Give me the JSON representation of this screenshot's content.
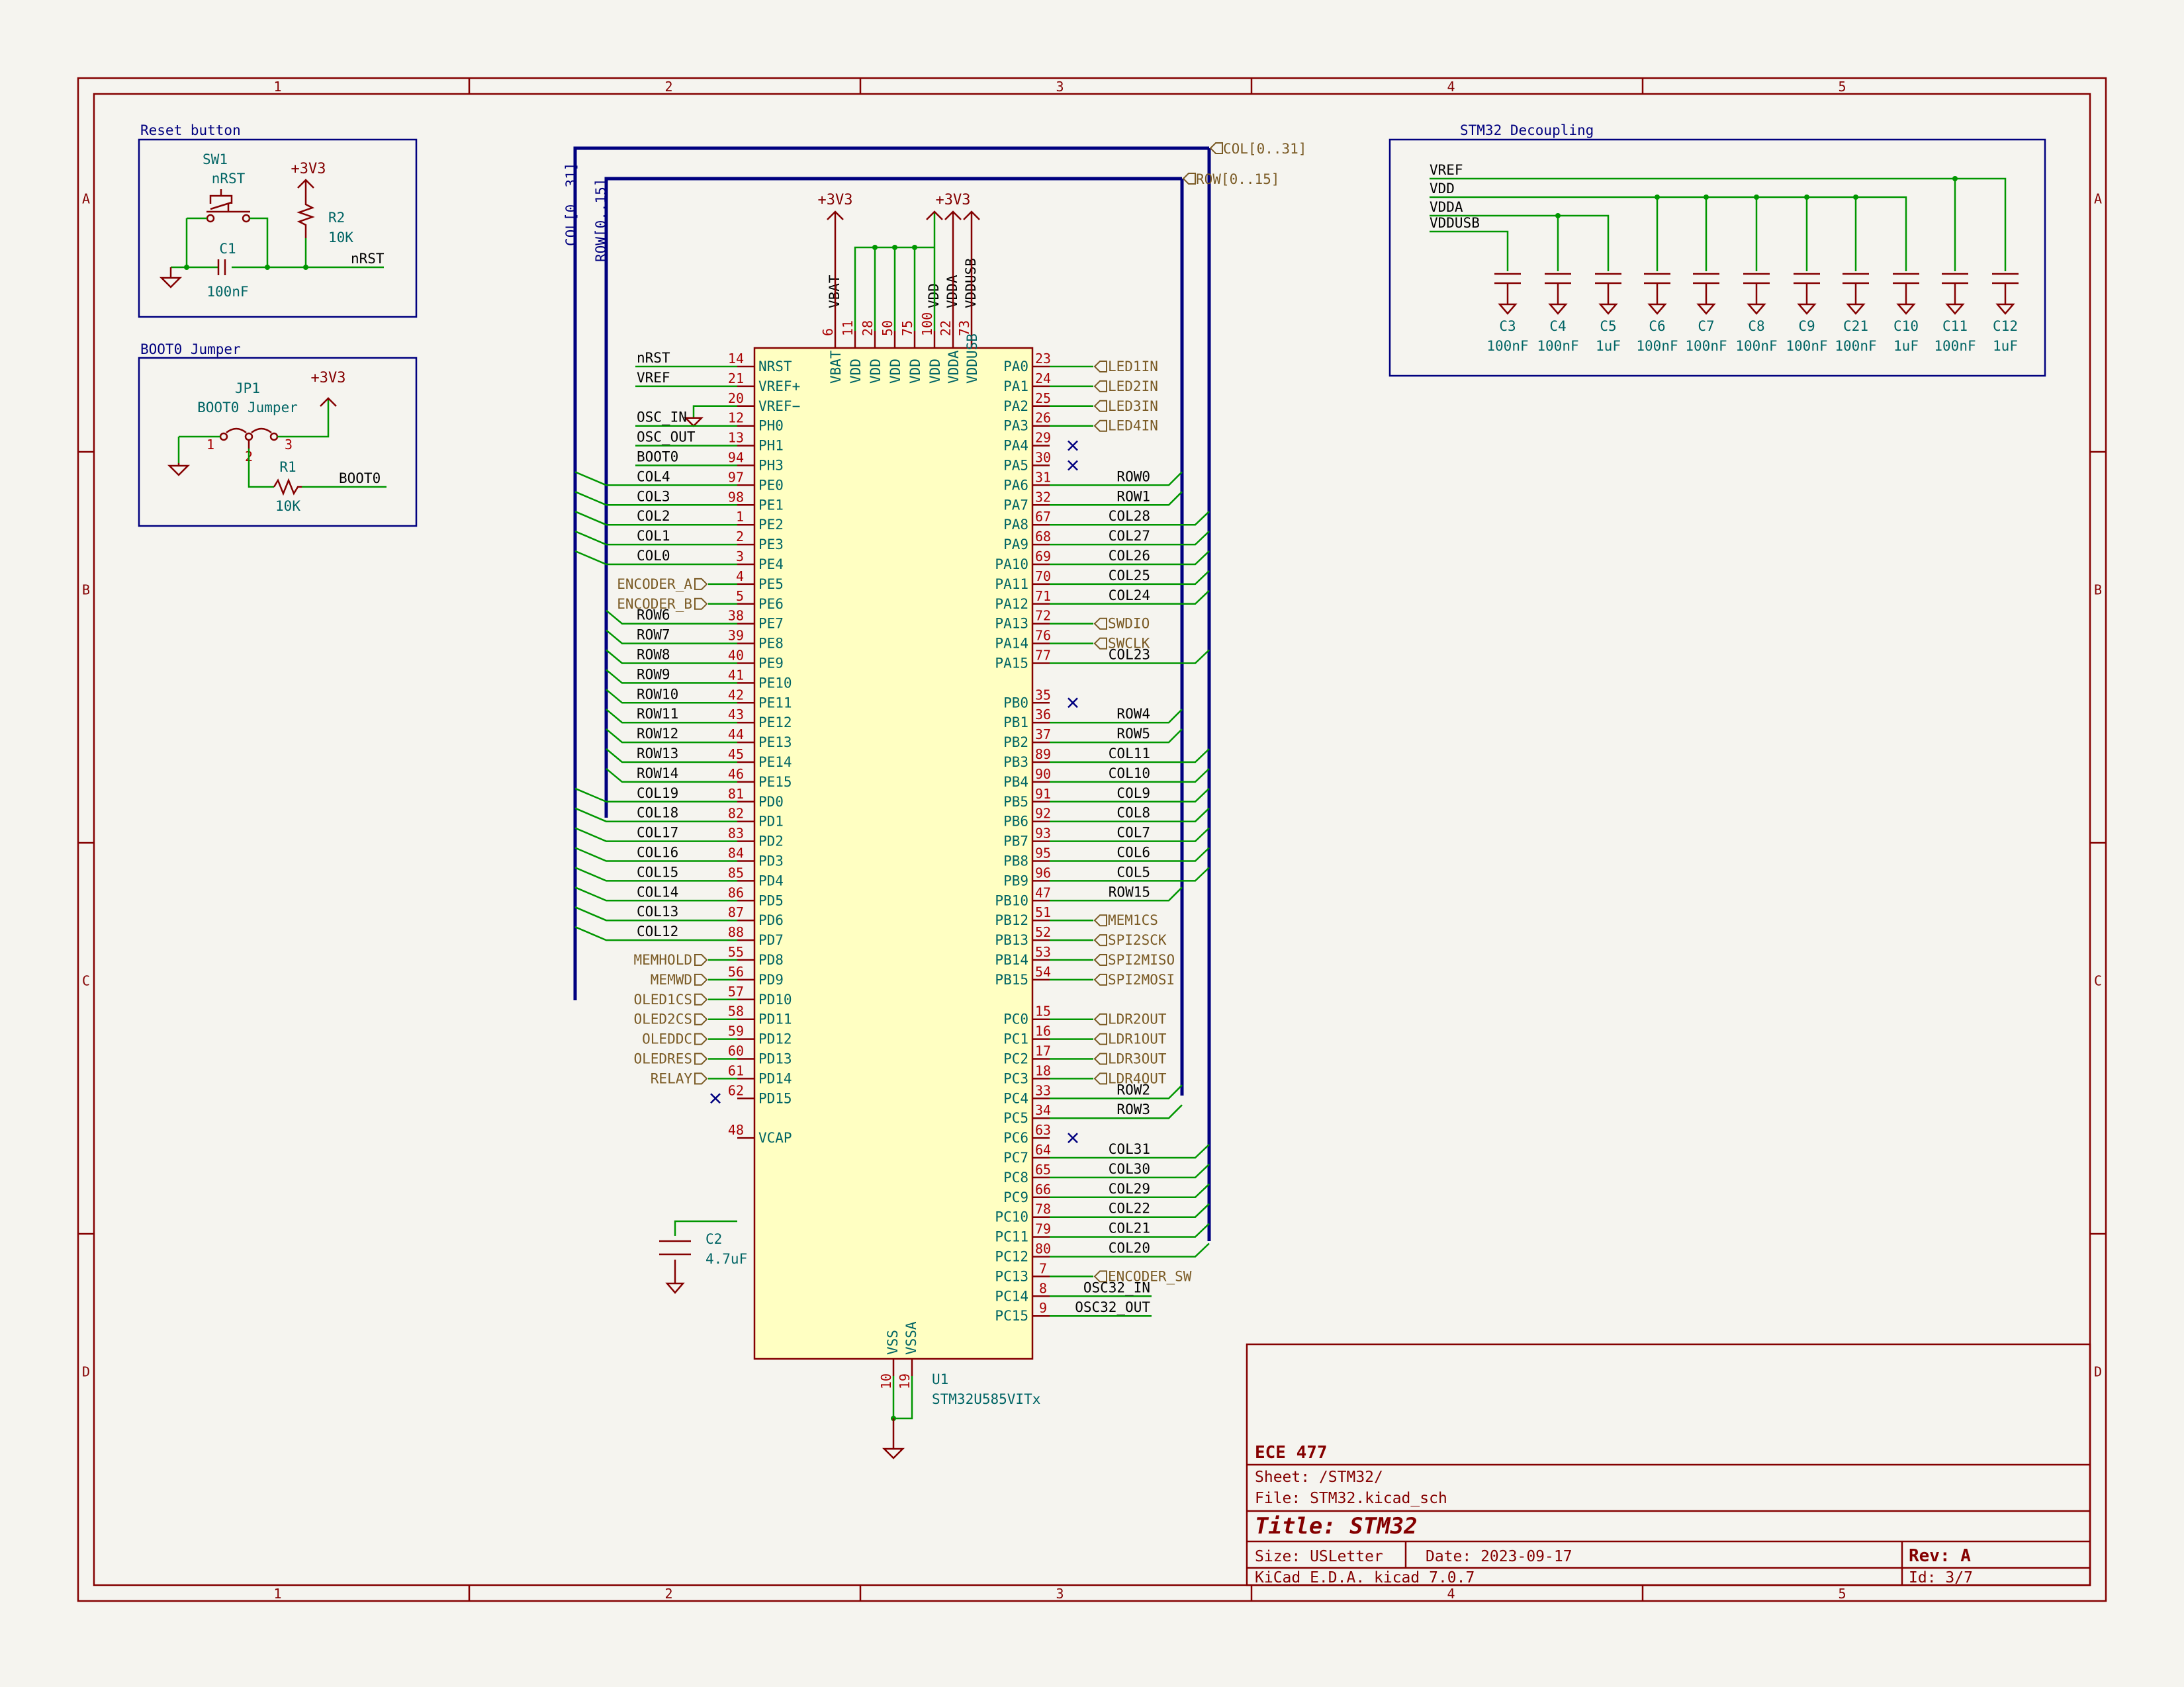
{
  "sheet": {
    "columns": [
      "1",
      "2",
      "3",
      "4",
      "5"
    ],
    "rows": [
      "A",
      "B",
      "C",
      "D"
    ]
  },
  "title_block": {
    "company": "ECE 477",
    "sheet": "Sheet: /STM32/",
    "file": "File: STM32.kicad_sch",
    "title_prefix": "Title: ",
    "title": "STM32",
    "size": "Size: USLetter",
    "date": "Date: 2023-09-17",
    "rev": "Rev: A",
    "tool": "KiCad E.D.A.  kicad 7.0.7",
    "id": "Id: 3/7"
  },
  "reset_box": {
    "title": "Reset button",
    "sw_ref": "SW1",
    "sw_val": "nRST",
    "c_ref": "C1",
    "c_val": "100nF",
    "r_ref": "R2",
    "r_val": "10K",
    "power": "+3V3",
    "net": "nRST"
  },
  "boot_box": {
    "title": "BOOT0 Jumper",
    "jp_ref": "JP1",
    "jp_val": "BOOT0 Jumper",
    "pins": [
      "1",
      "2",
      "3"
    ],
    "r_ref": "R1",
    "r_val": "10K",
    "power": "+3V3",
    "net": "BOOT0"
  },
  "decoupling": {
    "title": "STM32 Decoupling",
    "rails": [
      "VREF",
      "VDD",
      "VDDA",
      "VDDUSB"
    ],
    "caps": [
      {
        "ref": "C3",
        "val": "100nF"
      },
      {
        "ref": "C4",
        "val": "100nF"
      },
      {
        "ref": "C5",
        "val": "1uF"
      },
      {
        "ref": "C6",
        "val": "100nF"
      },
      {
        "ref": "C7",
        "val": "100nF"
      },
      {
        "ref": "C8",
        "val": "100nF"
      },
      {
        "ref": "C9",
        "val": "100nF"
      },
      {
        "ref": "C21",
        "val": "100nF"
      },
      {
        "ref": "C10",
        "val": "1uF"
      },
      {
        "ref": "C11",
        "val": "100nF"
      },
      {
        "ref": "C12",
        "val": "1uF"
      }
    ]
  },
  "buses": {
    "col": "COL[0..31]",
    "row": "ROW[0..15]"
  },
  "mcu": {
    "ref": "U1",
    "value": "STM32U585VITx",
    "power_labels": [
      "+3V3",
      "+3V3"
    ],
    "cap_ref": "C2",
    "cap_val": "4.7uF",
    "top_pins": [
      {
        "n": "6",
        "name": "VBAT",
        "net": "VBAT"
      },
      {
        "n": "11",
        "name": "VDD",
        "net": ""
      },
      {
        "n": "28",
        "name": "VDD",
        "net": ""
      },
      {
        "n": "50",
        "name": "VDD",
        "net": ""
      },
      {
        "n": "75",
        "name": "VDD",
        "net": ""
      },
      {
        "n": "100",
        "name": "VDD",
        "net": "VDD"
      },
      {
        "n": "22",
        "name": "VDDA",
        "net": "VDDA"
      },
      {
        "n": "73",
        "name": "VDDUSB",
        "net": "VDDUSB"
      }
    ],
    "bottom_pins": [
      {
        "n": "10",
        "name": "VSS"
      },
      {
        "n": "19",
        "name": "VSSA"
      }
    ],
    "left_pins": [
      {
        "name": "NRST",
        "n": "14",
        "net": "nRST",
        "t": "w"
      },
      {
        "name": "VREF+",
        "n": "21",
        "net": "VREF",
        "t": "w"
      },
      {
        "name": "VREF−",
        "n": "20",
        "net": "",
        "t": "g"
      },
      {
        "name": "PH0",
        "n": "12",
        "net": "OSC_IN",
        "t": "w"
      },
      {
        "name": "PH1",
        "n": "13",
        "net": "OSC_OUT",
        "t": "w"
      },
      {
        "name": "PH3",
        "n": "94",
        "net": "BOOT0",
        "t": "w"
      },
      {
        "name": "PE0",
        "n": "97",
        "net": "COL4",
        "t": "c"
      },
      {
        "name": "PE1",
        "n": "98",
        "net": "COL3",
        "t": "c"
      },
      {
        "name": "PE2",
        "n": "1",
        "net": "COL2",
        "t": "c"
      },
      {
        "name": "PE3",
        "n": "2",
        "net": "COL1",
        "t": "c"
      },
      {
        "name": "PE4",
        "n": "3",
        "net": "COL0",
        "t": "c"
      },
      {
        "name": "PE5",
        "n": "4",
        "net": "ENCODER_A",
        "t": "h"
      },
      {
        "name": "PE6",
        "n": "5",
        "net": "ENCODER_B",
        "t": "h"
      },
      {
        "name": "PE7",
        "n": "38",
        "net": "ROW6",
        "t": "r"
      },
      {
        "name": "PE8",
        "n": "39",
        "net": "ROW7",
        "t": "r"
      },
      {
        "name": "PE9",
        "n": "40",
        "net": "ROW8",
        "t": "r"
      },
      {
        "name": "PE10",
        "n": "41",
        "net": "ROW9",
        "t": "r"
      },
      {
        "name": "PE11",
        "n": "42",
        "net": "ROW10",
        "t": "r"
      },
      {
        "name": "PE12",
        "n": "43",
        "net": "ROW11",
        "t": "r"
      },
      {
        "name": "PE13",
        "n": "44",
        "net": "ROW12",
        "t": "r"
      },
      {
        "name": "PE14",
        "n": "45",
        "net": "ROW13",
        "t": "r"
      },
      {
        "name": "PE15",
        "n": "46",
        "net": "ROW14",
        "t": "r"
      },
      {
        "name": "PD0",
        "n": "81",
        "net": "COL19",
        "t": "c"
      },
      {
        "name": "PD1",
        "n": "82",
        "net": "COL18",
        "t": "c"
      },
      {
        "name": "PD2",
        "n": "83",
        "net": "COL17",
        "t": "c"
      },
      {
        "name": "PD3",
        "n": "84",
        "net": "COL16",
        "t": "c"
      },
      {
        "name": "PD4",
        "n": "85",
        "net": "COL15",
        "t": "c"
      },
      {
        "name": "PD5",
        "n": "86",
        "net": "COL14",
        "t": "c"
      },
      {
        "name": "PD6",
        "n": "87",
        "net": "COL13",
        "t": "c"
      },
      {
        "name": "PD7",
        "n": "88",
        "net": "COL12",
        "t": "c"
      },
      {
        "name": "PD8",
        "n": "55",
        "net": "MEMHOLD",
        "t": "h"
      },
      {
        "name": "PD9",
        "n": "56",
        "net": "MEMWD",
        "t": "h"
      },
      {
        "name": "PD10",
        "n": "57",
        "net": "OLED1CS",
        "t": "h"
      },
      {
        "name": "PD11",
        "n": "58",
        "net": "OLED2CS",
        "t": "h"
      },
      {
        "name": "PD12",
        "n": "59",
        "net": "OLEDDC",
        "t": "h"
      },
      {
        "name": "PD13",
        "n": "60",
        "net": "OLEDRES",
        "t": "h"
      },
      {
        "name": "PD14",
        "n": "61",
        "net": "RELAY",
        "t": "h"
      },
      {
        "name": "PD15",
        "n": "62",
        "net": "",
        "t": "x"
      },
      {
        "name": "",
        "n": "",
        "net": "",
        "t": "-"
      },
      {
        "name": "VCAP",
        "n": "48",
        "net": "",
        "t": "cap"
      }
    ],
    "right_pins": [
      {
        "name": "PA0",
        "n": "23",
        "net": "LED1IN",
        "t": "h"
      },
      {
        "name": "PA1",
        "n": "24",
        "net": "LED2IN",
        "t": "h"
      },
      {
        "name": "PA2",
        "n": "25",
        "net": "LED3IN",
        "t": "h"
      },
      {
        "name": "PA3",
        "n": "26",
        "net": "LED4IN",
        "t": "h"
      },
      {
        "name": "PA4",
        "n": "29",
        "net": "",
        "t": "x"
      },
      {
        "name": "PA5",
        "n": "30",
        "net": "",
        "t": "x"
      },
      {
        "name": "PA6",
        "n": "31",
        "net": "ROW0",
        "t": "r"
      },
      {
        "name": "PA7",
        "n": "32",
        "net": "ROW1",
        "t": "r"
      },
      {
        "name": "PA8",
        "n": "67",
        "net": "COL28",
        "t": "c"
      },
      {
        "name": "PA9",
        "n": "68",
        "net": "COL27",
        "t": "c"
      },
      {
        "name": "PA10",
        "n": "69",
        "net": "COL26",
        "t": "c"
      },
      {
        "name": "PA11",
        "n": "70",
        "net": "COL25",
        "t": "c"
      },
      {
        "name": "PA12",
        "n": "71",
        "net": "COL24",
        "t": "c"
      },
      {
        "name": "PA13",
        "n": "72",
        "net": "SWDIO",
        "t": "h"
      },
      {
        "name": "PA14",
        "n": "76",
        "net": "SWCLK",
        "t": "h"
      },
      {
        "name": "PA15",
        "n": "77",
        "net": "COL23",
        "t": "c"
      },
      {
        "name": "",
        "n": "",
        "net": "",
        "t": "-"
      },
      {
        "name": "PB0",
        "n": "35",
        "net": "",
        "t": "x"
      },
      {
        "name": "PB1",
        "n": "36",
        "net": "ROW4",
        "t": "r"
      },
      {
        "name": "PB2",
        "n": "37",
        "net": "ROW5",
        "t": "r"
      },
      {
        "name": "PB3",
        "n": "89",
        "net": "COL11",
        "t": "c"
      },
      {
        "name": "PB4",
        "n": "90",
        "net": "COL10",
        "t": "c"
      },
      {
        "name": "PB5",
        "n": "91",
        "net": "COL9",
        "t": "c"
      },
      {
        "name": "PB6",
        "n": "92",
        "net": "COL8",
        "t": "c"
      },
      {
        "name": "PB7",
        "n": "93",
        "net": "COL7",
        "t": "c"
      },
      {
        "name": "PB8",
        "n": "95",
        "net": "COL6",
        "t": "c"
      },
      {
        "name": "PB9",
        "n": "96",
        "net": "COL5",
        "t": "c"
      },
      {
        "name": "PB10",
        "n": "47",
        "net": "ROW15",
        "t": "r"
      },
      {
        "name": "PB12",
        "n": "51",
        "net": "MEM1CS",
        "t": "h"
      },
      {
        "name": "PB13",
        "n": "52",
        "net": "SPI2SCK",
        "t": "h"
      },
      {
        "name": "PB14",
        "n": "53",
        "net": "SPI2MISO",
        "t": "h"
      },
      {
        "name": "PB15",
        "n": "54",
        "net": "SPI2MOSI",
        "t": "h"
      },
      {
        "name": "",
        "n": "",
        "net": "",
        "t": "-"
      },
      {
        "name": "PC0",
        "n": "15",
        "net": "LDR2OUT",
        "t": "h"
      },
      {
        "name": "PC1",
        "n": "16",
        "net": "LDR1OUT",
        "t": "h"
      },
      {
        "name": "PC2",
        "n": "17",
        "net": "LDR3OUT",
        "t": "h"
      },
      {
        "name": "PC3",
        "n": "18",
        "net": "LDR4OUT",
        "t": "h"
      },
      {
        "name": "PC4",
        "n": "33",
        "net": "ROW2",
        "t": "r"
      },
      {
        "name": "PC5",
        "n": "34",
        "net": "ROW3",
        "t": "r"
      },
      {
        "name": "PC6",
        "n": "63",
        "net": "",
        "t": "x"
      },
      {
        "name": "PC7",
        "n": "64",
        "net": "COL31",
        "t": "c"
      },
      {
        "name": "PC8",
        "n": "65",
        "net": "COL30",
        "t": "c"
      },
      {
        "name": "PC9",
        "n": "66",
        "net": "COL29",
        "t": "c"
      },
      {
        "name": "PC10",
        "n": "78",
        "net": "COL22",
        "t": "c"
      },
      {
        "name": "PC11",
        "n": "79",
        "net": "COL21",
        "t": "c"
      },
      {
        "name": "PC12",
        "n": "80",
        "net": "COL20",
        "t": "c"
      },
      {
        "name": "PC13",
        "n": "7",
        "net": "ENCODER_SW",
        "t": "h"
      },
      {
        "name": "PC14",
        "n": "8",
        "net": "OSC32_IN",
        "t": "w"
      },
      {
        "name": "PC15",
        "n": "9",
        "net": "OSC32_OUT",
        "t": "w"
      }
    ]
  }
}
